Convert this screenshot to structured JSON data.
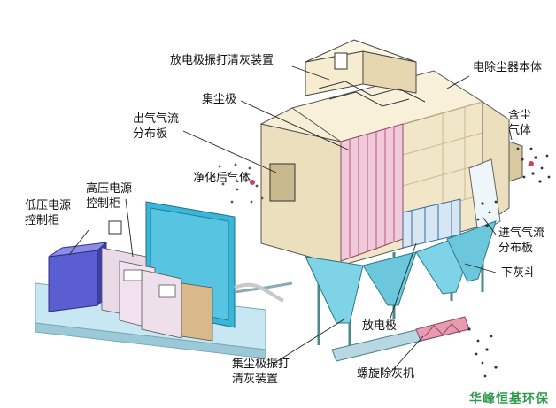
{
  "labels": {
    "discharge_rapping": "放电极振打清灰装置",
    "precipitator_body": "电除尘器本体",
    "collecting_electrode": "集尘极",
    "outlet_flow_distributor": "出气气流\n分布板",
    "dusty_gas": "含尘\n气体",
    "clean_gas": "净化后气体",
    "hv_control": "高压电源\n控制柜",
    "lv_control": "低压电源\n控制柜",
    "inlet_flow_distributor": "进气气流\n分布板",
    "hopper": "下灰斗",
    "discharge_electrode": "放电极",
    "collecting_rapping": "集尘极振打\n清灰装置",
    "screw_conveyor": "螺旋除灰机"
  },
  "watermark": "华峰恒基环保",
  "colors": {
    "hopper_blue": "#7fd3e6",
    "panel_blue": "#3ab6d8",
    "cabinet_purple": "#5b5ed0",
    "casing_beige": "#f1e6c8",
    "leader_line": "#222222",
    "watermark_green": "#2f9a4a"
  }
}
